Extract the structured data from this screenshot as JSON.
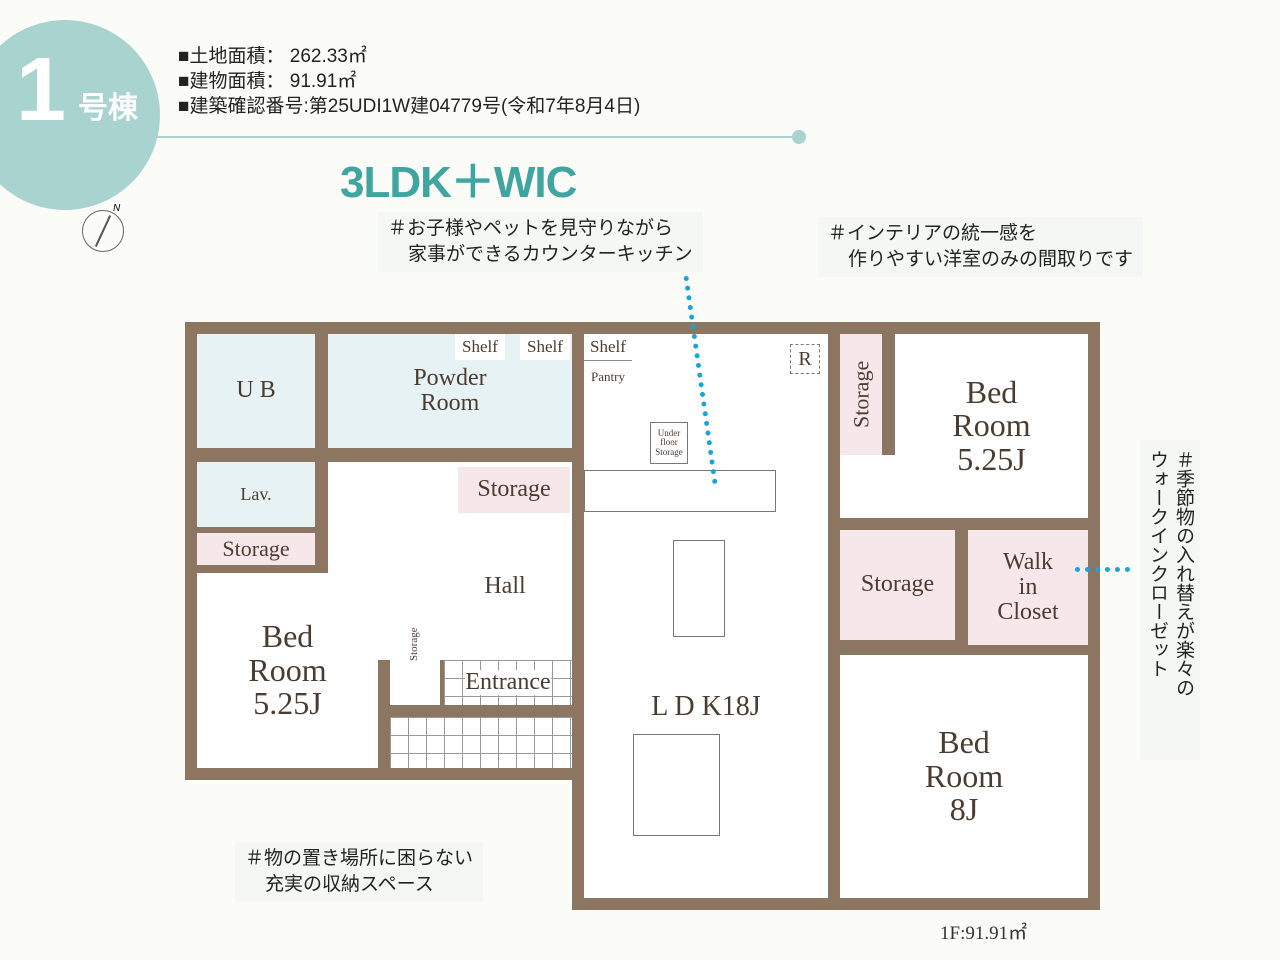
{
  "header": {
    "building_number": "1",
    "building_suffix": "号棟",
    "land_area": "■土地面積：  262.33㎡",
    "building_area": "■建物面積：    91.91㎡",
    "confirmation": "■建築確認番号:第25UDI1W建04779号(令和7年8月4日)",
    "layout_type": "3LDK＋WIC"
  },
  "compass": {
    "label": "N"
  },
  "notes": {
    "kitchen": [
      "＃お子様やペットを見守りながら",
      "家事ができるカウンターキッチン"
    ],
    "interior": [
      "＃インテリアの統一感を",
      "作りやすい洋室のみの間取りです"
    ],
    "wic": [
      "＃季節物の入れ替えが楽々の",
      "ウォークインクローゼット"
    ],
    "storage": [
      "＃物の置き場所に困らない",
      "充実の収納スペース"
    ]
  },
  "rooms": {
    "ub": "U B",
    "powder": [
      "Powder",
      "Room"
    ],
    "shelf": "Shelf",
    "pantry": "Pantry",
    "r": "R",
    "underfloor": [
      "Under",
      "floor",
      "Storage"
    ],
    "storage": "Storage",
    "lav": "Lav.",
    "hall": "Hall",
    "entrance": "Entrance",
    "bed_left": [
      "Bed",
      "Room",
      "5.25J"
    ],
    "bed_tr": [
      "Bed",
      "Room",
      "5.25J"
    ],
    "wic": [
      "Walk",
      "in",
      "Closet"
    ],
    "bed_br": [
      "Bed",
      "Room",
      "8J"
    ],
    "ldk": "L D K18J"
  },
  "floor_area": "1F:91.91㎡",
  "colors": {
    "wall": "#8c7661",
    "accent": "#3fa5a1",
    "badge": "#a9d3cf",
    "arrow": "#1aa3d9"
  }
}
